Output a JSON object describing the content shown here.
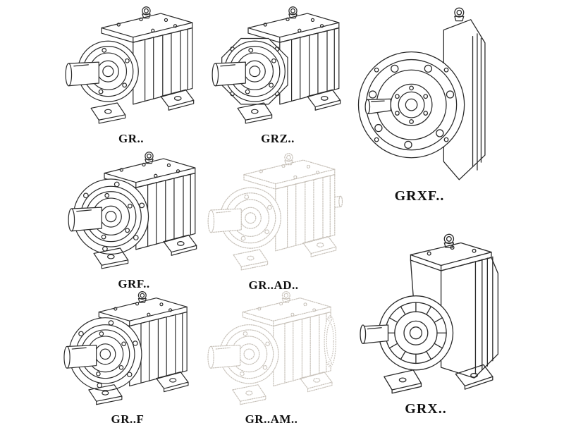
{
  "colors": {
    "background": "#ffffff",
    "line": "#2a2a2a",
    "ghost_line": "#c8c2ba",
    "label": "#111111"
  },
  "models": [
    {
      "label": "GR..",
      "style": "solid"
    },
    {
      "label": "GRZ..",
      "style": "solid"
    },
    {
      "label": "GRXF..",
      "style": "solid"
    },
    {
      "label": "GRF..",
      "style": "solid"
    },
    {
      "label": "GR..AD..",
      "style": "ghost"
    },
    {
      "label": "GR..F",
      "style": "solid"
    },
    {
      "label": "GR..AM..",
      "style": "ghost"
    },
    {
      "label": "GRX..",
      "style": "solid"
    }
  ]
}
